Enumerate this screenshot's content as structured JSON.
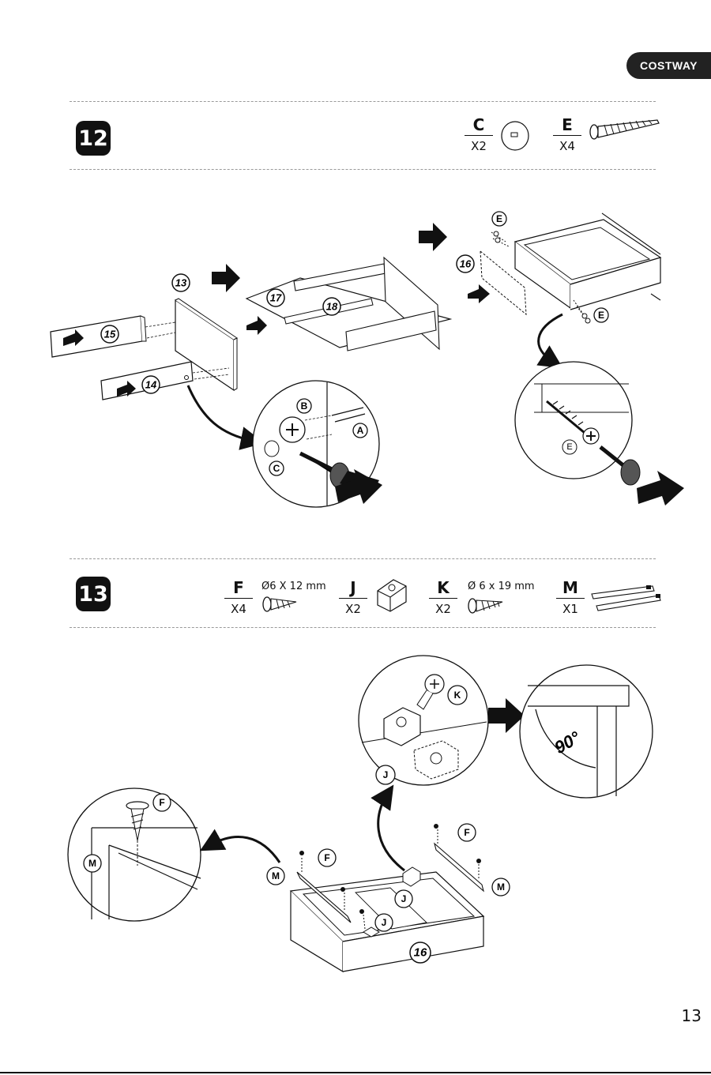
{
  "brand": "COSTWAY",
  "page_number": "13",
  "step12": {
    "number": "12",
    "parts": [
      {
        "letter": "C",
        "qty": "X2",
        "icon": "cam-lock-disc-icon"
      },
      {
        "letter": "E",
        "qty": "X4",
        "icon": "long-screw-icon"
      }
    ],
    "labels": {
      "panel13": "13",
      "panel15": "15",
      "panel14": "14",
      "panel17": "17",
      "panel18": "18",
      "panel16": "16",
      "partA": "A",
      "partB": "B",
      "partC": "C",
      "partE1": "E",
      "partE2": "E",
      "partE3": "E"
    }
  },
  "step13": {
    "number": "13",
    "parts": [
      {
        "letter": "F",
        "qty": "X4",
        "dim": "Ø6 X 12 mm",
        "icon": "short-screw-icon"
      },
      {
        "letter": "J",
        "qty": "X2",
        "icon": "bracket-icon"
      },
      {
        "letter": "K",
        "qty": "X2",
        "dim": "Ø 6 x 19 mm",
        "icon": "screw-icon"
      },
      {
        "letter": "M",
        "qty": "X1",
        "icon": "drawer-slide-icon"
      }
    ],
    "labels": {
      "K": "K",
      "J_top": "J",
      "angle": "90°",
      "F_left": "F",
      "M_left": "M",
      "M_mid": "M",
      "F_mid": "F",
      "J_mid1": "J",
      "J_mid2": "J",
      "F_right": "F",
      "M_right": "M",
      "panel16": "16"
    }
  }
}
